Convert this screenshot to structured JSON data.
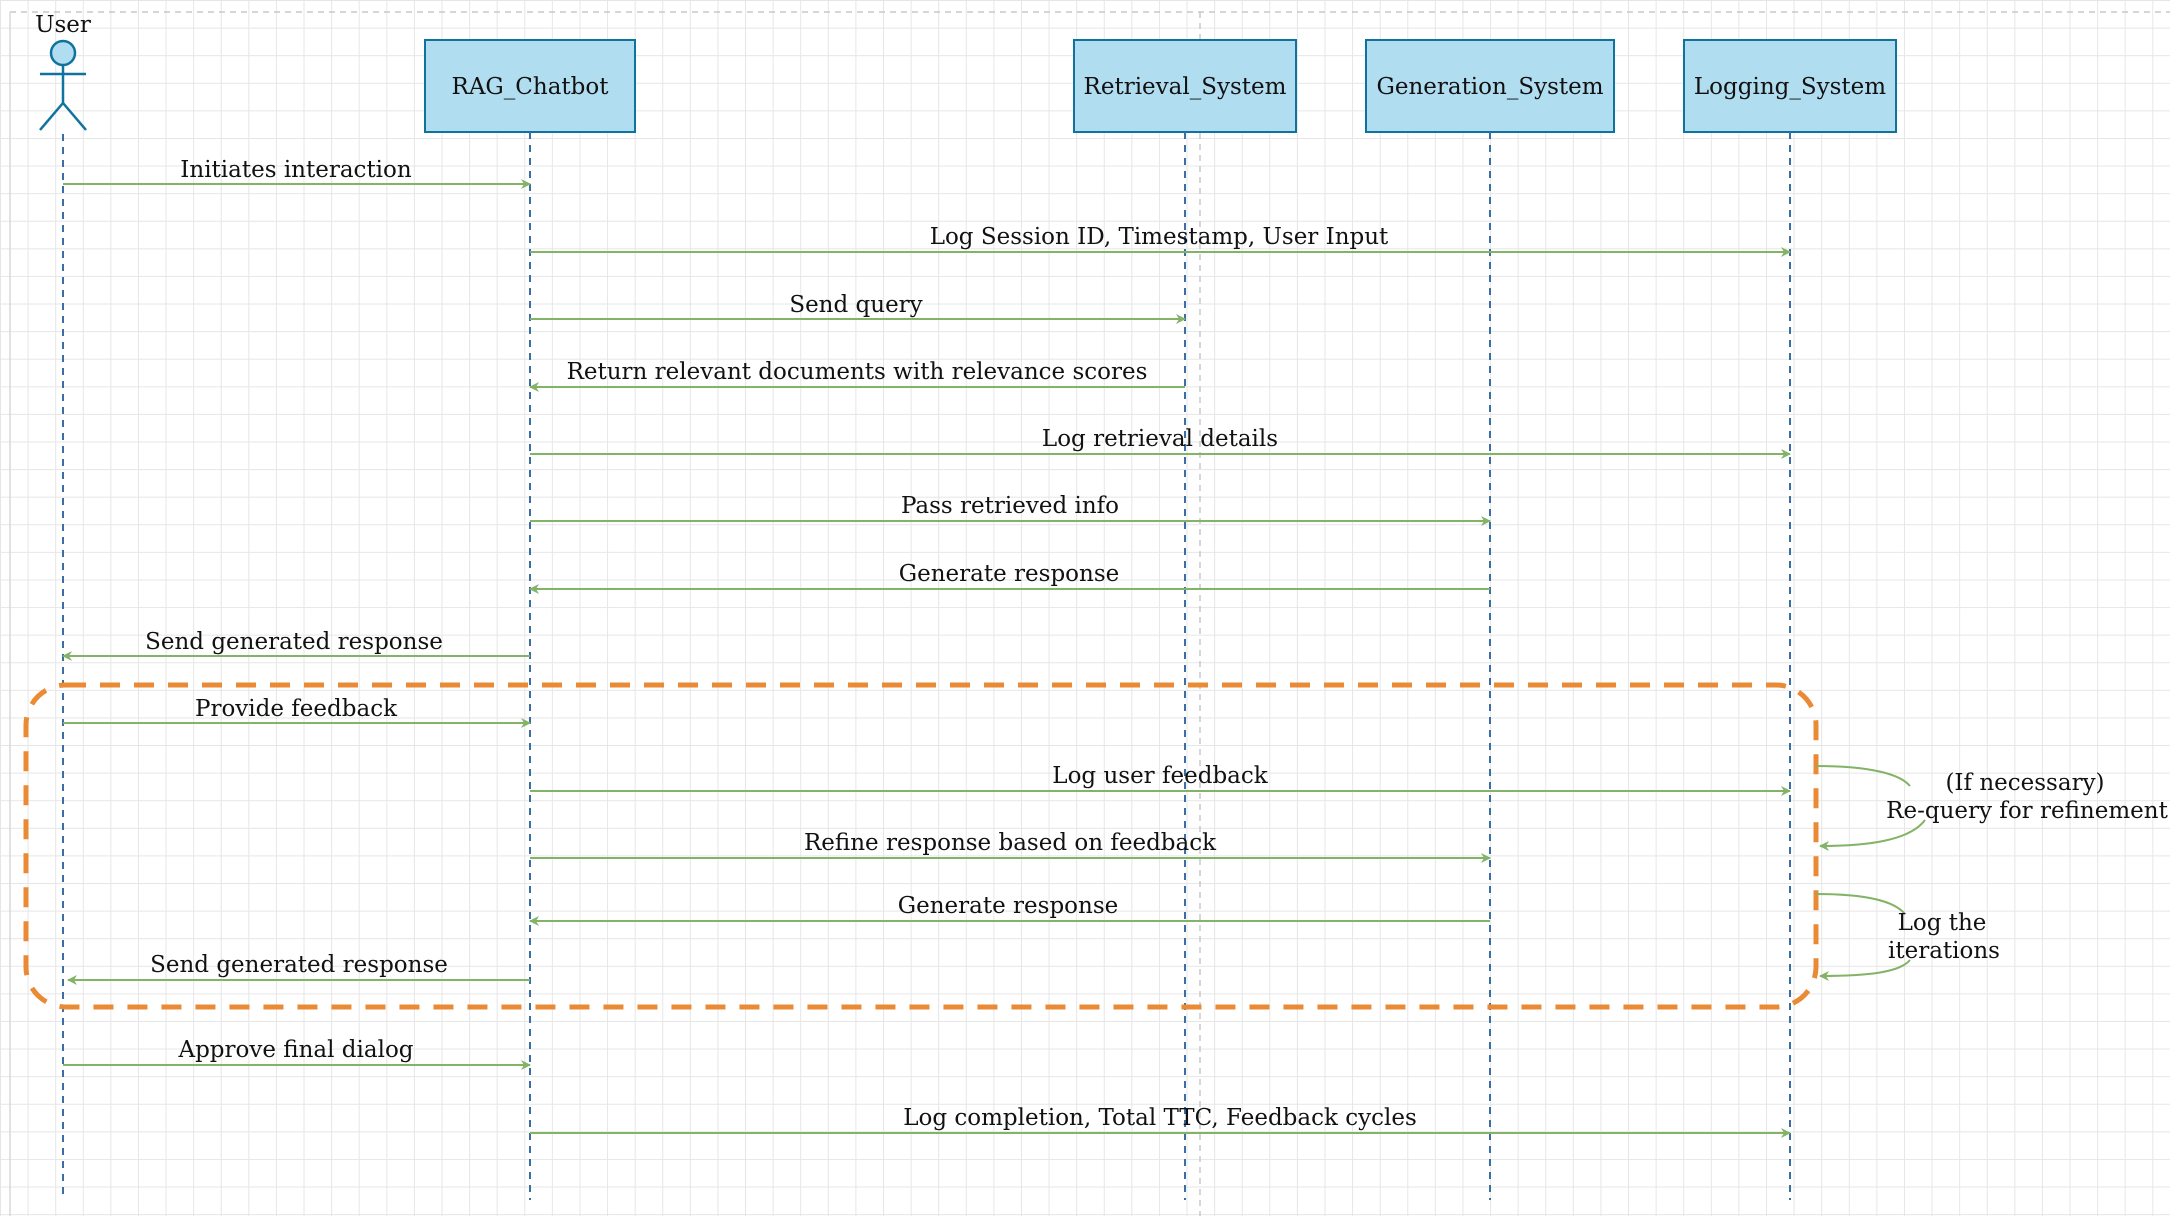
{
  "actor": {
    "label": "User"
  },
  "participants": [
    {
      "id": "rag",
      "label": "RAG_Chatbot"
    },
    {
      "id": "ret",
      "label": "Retrieval_System"
    },
    {
      "id": "gen",
      "label": "Generation_System"
    },
    {
      "id": "log",
      "label": "Logging_System"
    }
  ],
  "messages": [
    {
      "from": "user",
      "to": "rag",
      "label": "Initiates interaction"
    },
    {
      "from": "rag",
      "to": "log",
      "label": "Log Session ID, Timestamp, User Input"
    },
    {
      "from": "rag",
      "to": "ret",
      "label": "Send query"
    },
    {
      "from": "ret",
      "to": "rag",
      "label": "Return relevant documents with relevance scores"
    },
    {
      "from": "rag",
      "to": "log",
      "label": "Log retrieval details"
    },
    {
      "from": "rag",
      "to": "gen",
      "label": "Pass retrieved info"
    },
    {
      "from": "gen",
      "to": "rag",
      "label": "Generate response"
    },
    {
      "from": "rag",
      "to": "user",
      "label": "Send generated response"
    },
    {
      "from": "user",
      "to": "rag",
      "label": "Provide feedback"
    },
    {
      "from": "rag",
      "to": "log",
      "label": "Log user feedback"
    },
    {
      "from": "rag",
      "to": "gen",
      "label": "Refine response based on feedback"
    },
    {
      "from": "gen",
      "to": "rag",
      "label": "Generate response"
    },
    {
      "from": "rag",
      "to": "user",
      "label": "Send generated response"
    },
    {
      "from": "user",
      "to": "rag",
      "label": "Approve final dialog"
    },
    {
      "from": "rag",
      "to": "log",
      "label": "Log completion, Total TTC, Feedback cycles"
    }
  ],
  "loop_notes": [
    {
      "lines": [
        "(If necessary)",
        "Re-query for refinement"
      ]
    },
    {
      "lines": [
        "Log the",
        "iterations"
      ]
    }
  ],
  "colors": {
    "participant_fill": "#b1ddf0",
    "participant_border": "#10739e",
    "lifeline": "#3a6ea5",
    "message": "#82b366",
    "loop_frame": "#ea8a35",
    "text": "#111111"
  }
}
